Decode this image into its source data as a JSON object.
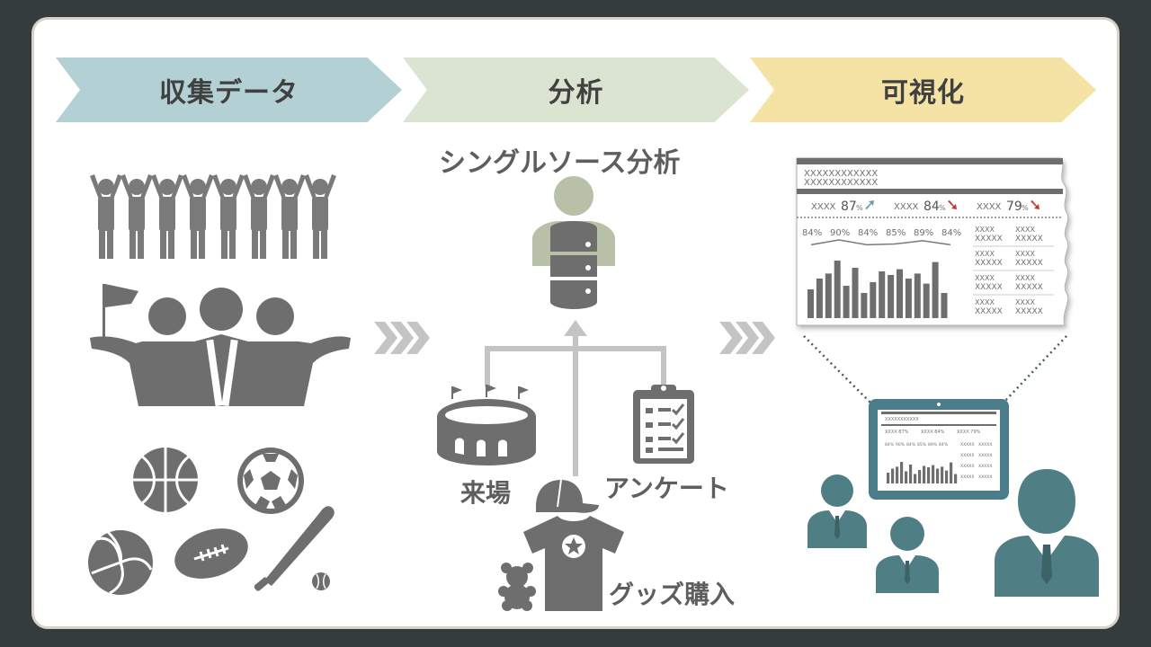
{
  "steps": {
    "collect": "収集データ",
    "analysis": "分析",
    "visualize": "可視化"
  },
  "analysis": {
    "title": "シングルソース分析",
    "source_visit": "来場",
    "source_survey": "アンケート",
    "source_goods": "グッズ購入"
  },
  "dashboard": {
    "header_line1": "XXXXXXXXXXXX",
    "header_line2": "XXXXXXXXXXXX",
    "kpis": [
      {
        "label": "XXXX",
        "value": "87",
        "unit": "%",
        "trend": "up"
      },
      {
        "label": "XXXX",
        "value": "84",
        "unit": "%",
        "trend": "down"
      },
      {
        "label": "XXXX",
        "value": "79",
        "unit": "%",
        "trend": "down"
      }
    ],
    "percents": [
      "84%",
      "90%",
      "84%",
      "85%",
      "89%",
      "84%"
    ],
    "bars": [
      0.4,
      0.55,
      0.62,
      0.8,
      0.45,
      0.7,
      0.35,
      0.5,
      0.65,
      0.6,
      0.68,
      0.55,
      0.62,
      0.48,
      0.78,
      0.35
    ],
    "side_rows": [
      {
        "k1": "XXXX",
        "v1": "XXXXX",
        "k2": "XXXX",
        "v2": "XXXXX"
      },
      {
        "k1": "XXXX",
        "v1": "XXXXX",
        "k2": "XXXX",
        "v2": "XXXXX"
      },
      {
        "k1": "XXXX",
        "v1": "XXXXX",
        "k2": "XXXX",
        "v2": "XXXXX"
      },
      {
        "k1": "XXXX",
        "v1": "XXXXX",
        "k2": "XXXX",
        "v2": "XXXXX"
      }
    ],
    "tablet_header": "XXXXXXXXXXX",
    "tablet_kpis": [
      "XXXX 87%",
      "XXXX 84%",
      "XXXX 79%"
    ],
    "tablet_percents": [
      "84%",
      "90%",
      "84%",
      "85%",
      "89%",
      "84%"
    ]
  },
  "colors": {
    "collect": "#b3d0d5",
    "analysis": "#dbe4d1",
    "visualize": "#f5e3a6",
    "icon_gray": "#7a7a7a",
    "person_teal": "#4f7f85",
    "trend_up": "#6aa0a8",
    "trend_down": "#c0392b",
    "sage": "#b8c1a8"
  },
  "icons": [
    "crowd-icon",
    "fans-with-flag-icon",
    "basketball-icon",
    "soccer-ball-icon",
    "volleyball-icon",
    "football-icon",
    "baseball-bat-icon",
    "baseball-icon",
    "database-user-icon",
    "stadium-icon",
    "clipboard-icon",
    "cap-icon",
    "tshirt-icon",
    "teddy-bear-icon",
    "tablet-icon",
    "businessperson-icon",
    "flow-arrow-icon"
  ]
}
